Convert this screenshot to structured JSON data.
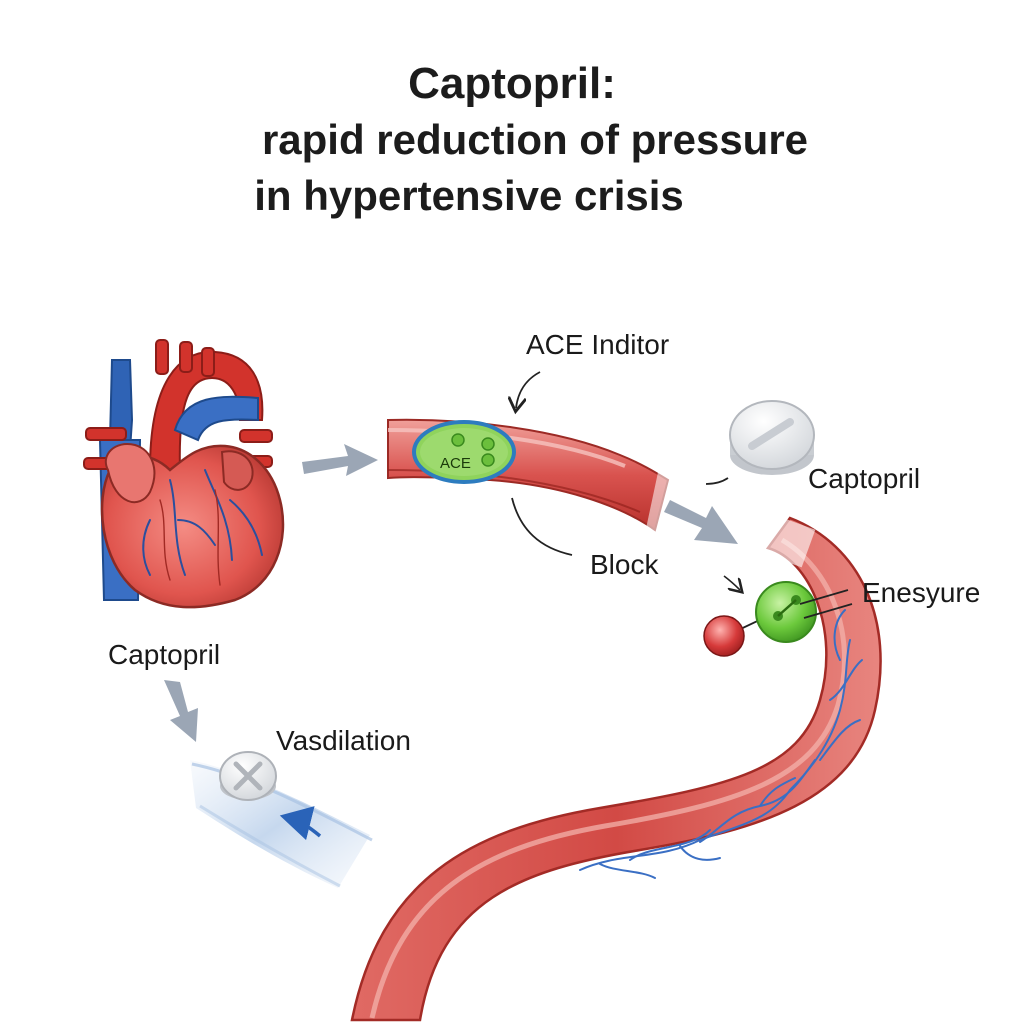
{
  "title": {
    "line1": "Captopril:",
    "line2": "rapid reduction of pressure",
    "line3": "in hypertensive crisis"
  },
  "labels": {
    "ace_inhibitor": "ACE Inditor",
    "ace_badge": "ACE",
    "block": "Block",
    "captopril_pill": "Captopril",
    "enzyme": "Enesyure",
    "captopril_left": "Captopril",
    "vasodilation": "Vasdilation"
  },
  "colors": {
    "vessel_red": "#d9534f",
    "vessel_dark": "#b8312c",
    "vein_blue": "#3a6fc4",
    "ace_green": "#7ccf4a",
    "enzyme_green": "#6cc93c",
    "ball_red": "#d63a3a",
    "arrow_gray": "#8a97a8",
    "vasodilation_blue": "#b9cfe8"
  }
}
